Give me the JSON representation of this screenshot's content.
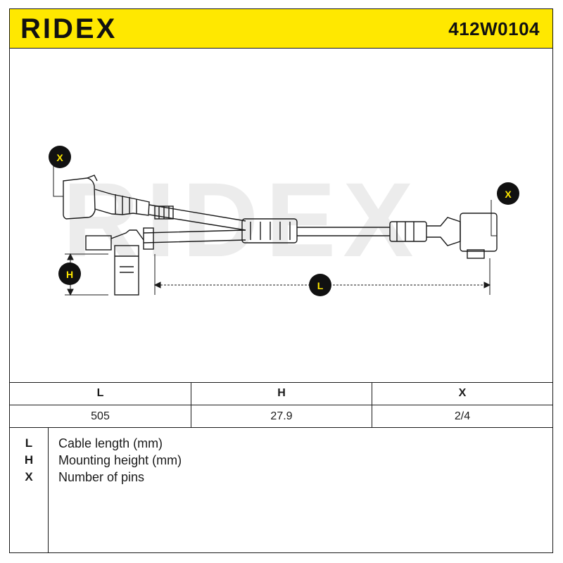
{
  "header": {
    "brand": "RIDEX",
    "part_number": "412W0104"
  },
  "diagram": {
    "watermark": "RIDEX",
    "labels": {
      "x_left": "X",
      "x_right": "X",
      "h": "H",
      "l": "L"
    }
  },
  "spec_table": {
    "columns": [
      "L",
      "H",
      "X"
    ],
    "values": [
      "505",
      "27.9",
      "2/4"
    ]
  },
  "legend": [
    {
      "key": "L",
      "description": "Cable length (mm)"
    },
    {
      "key": "H",
      "description": "Mounting height (mm)"
    },
    {
      "key": "X",
      "description": "Number of pins"
    }
  ],
  "colors": {
    "header_bg": "#ffe800",
    "badge_bg": "#111111",
    "badge_text": "#ffe800",
    "line": "#1a1a1a",
    "watermark": "#e6e6e6"
  }
}
